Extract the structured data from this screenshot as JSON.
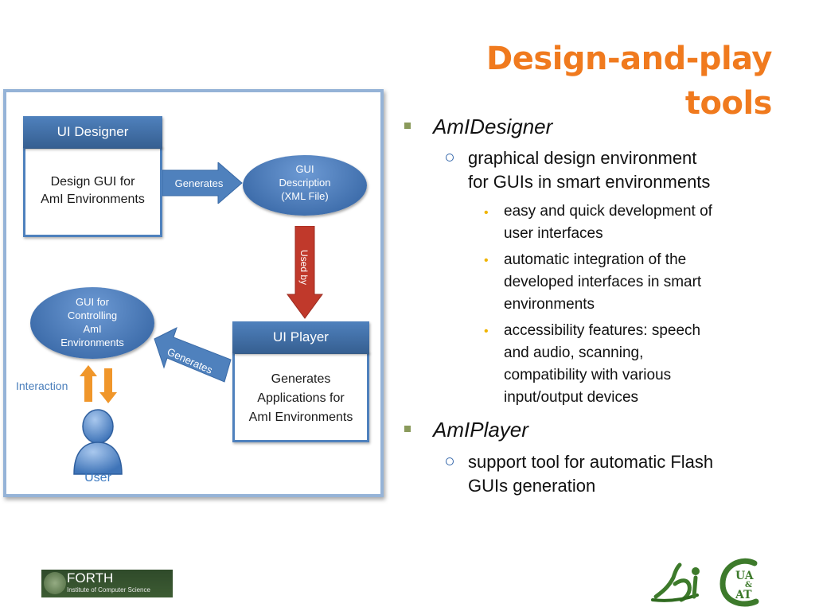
{
  "slide": {
    "title": "Design-and-play tools"
  },
  "diagram": {
    "ui_designer": {
      "header": "UI Designer",
      "body_line1": "Design GUI for",
      "body_line2": "AmI Environments"
    },
    "generates_right": "Generates",
    "gui_description": {
      "line1": "GUI",
      "line2": "Description",
      "line3": "(XML File)"
    },
    "used_by": "Used by",
    "ui_player": {
      "header": "UI Player",
      "body_line1": "Generates",
      "body_line2": "Applications for",
      "body_line3": "AmI Environments"
    },
    "generates_left": "Generates",
    "gui_for_controlling": {
      "line1": "GUI for",
      "line2": "Controlling",
      "line3": "AmI",
      "line4": "Environments"
    },
    "interaction_label": "Interaction",
    "user_label": "User",
    "colors": {
      "box_blue": "#4f81bd",
      "arrow_blue": "#4f81bd",
      "arrow_red": "#c0392b",
      "arrow_orange": "#f0962a",
      "frame": "#95b3d7"
    }
  },
  "bullets": {
    "amidesigner": {
      "label": "AmIDesigner",
      "sub": "graphical design environment for GUIs in smart environments",
      "sub_line1": "graphical design environment",
      "sub_line2": "for GUIs in smart environments",
      "points": [
        {
          "line1": "easy and quick development of",
          "line2": "user interfaces"
        },
        {
          "line1": "automatic integration of the",
          "line2": "developed interfaces in smart",
          "line3": "environments"
        },
        {
          "line1": "accessibility features: speech",
          "line2": "and audio, scanning,",
          "line3": "compatibility with various",
          "line4": "input/output devices"
        }
      ]
    },
    "amiplayer": {
      "label": "AmIPlayer",
      "sub_line1": "support tool for automatic Flash",
      "sub_line2": "GUIs generation"
    }
  },
  "logos": {
    "forth": {
      "name": "FORTH",
      "subtitle": "Institute of Computer Science"
    },
    "hci": "hci-logo",
    "uaat": "UA&AT"
  },
  "colors": {
    "title": "#f07a1e",
    "level1_bullet": "#8a9a5b",
    "level2_bullet": "#3366aa",
    "level3_bullet": "#f0b400"
  }
}
